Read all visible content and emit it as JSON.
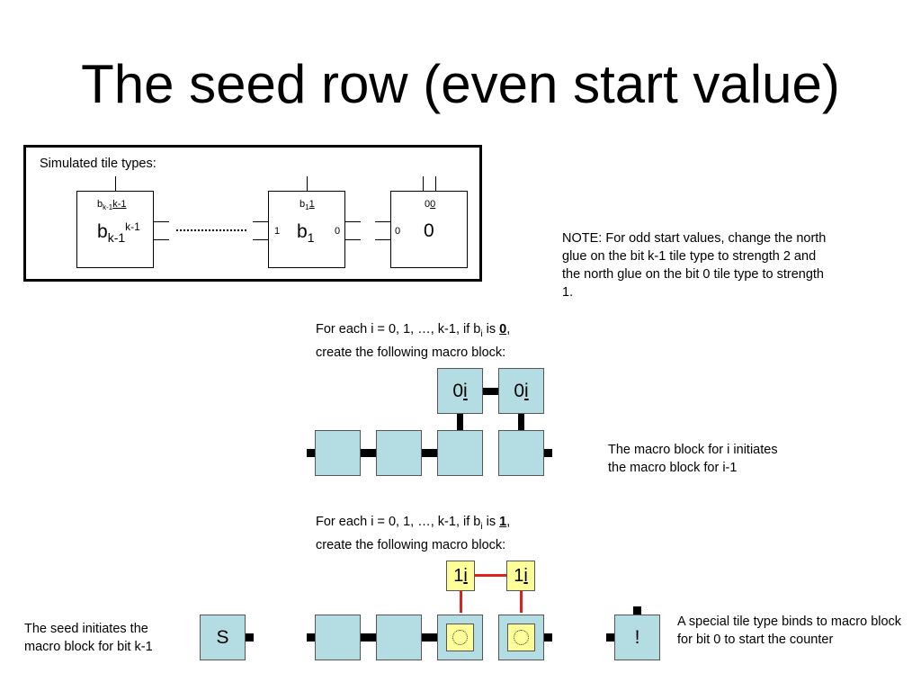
{
  "title": "The seed row (even start value)",
  "panel": {
    "caption": "Simulated tile types:",
    "tiles": [
      {
        "top_base": "b",
        "top_sub": "k-1",
        "top_u": "k-1",
        "main": "b",
        "main_sub": "k-1",
        "main_sup": "k-1"
      },
      {
        "top_base": "b",
        "top_sub": "1",
        "top_u": "1",
        "main": "b",
        "main_sub": "1",
        "west_glue": "1",
        "east_glue": "0"
      },
      {
        "top_base": "0",
        "top_u": "0",
        "main": "0",
        "west_glue": "0"
      }
    ]
  },
  "note": "NOTE: For odd start values, change the north glue on the bit k-1 tile type to strength 2 and the north glue on the bit 0 tile type to strength 1.",
  "block0": {
    "text_pre": "For each i = 0, 1, …, k-1, if b",
    "text_sub": "i",
    "text_mid": " is ",
    "text_bold": "0",
    "text_post": ", create the following macro block:",
    "tile_label_base": "0",
    "tile_label_u": "i"
  },
  "block1": {
    "text_pre": "For each i = 0, 1, …, k-1, if b",
    "text_sub": "i",
    "text_mid": " is ",
    "text_bold": "1",
    "text_post": ", create the following macro block:",
    "tile_label_base": "1",
    "tile_label_u": "i"
  },
  "macro_note": "The macro block for i initiates the macro block for i-1",
  "seed_note": "The seed initiates the macro block for bit k-1",
  "seed_label": "S",
  "special_label": "!",
  "special_note": "A special tile type binds to macro block for bit 0 to start the counter",
  "colors": {
    "tile_blue": "#b3dde2",
    "tile_yellow": "#ffff99",
    "red_link": "#e0201b"
  }
}
